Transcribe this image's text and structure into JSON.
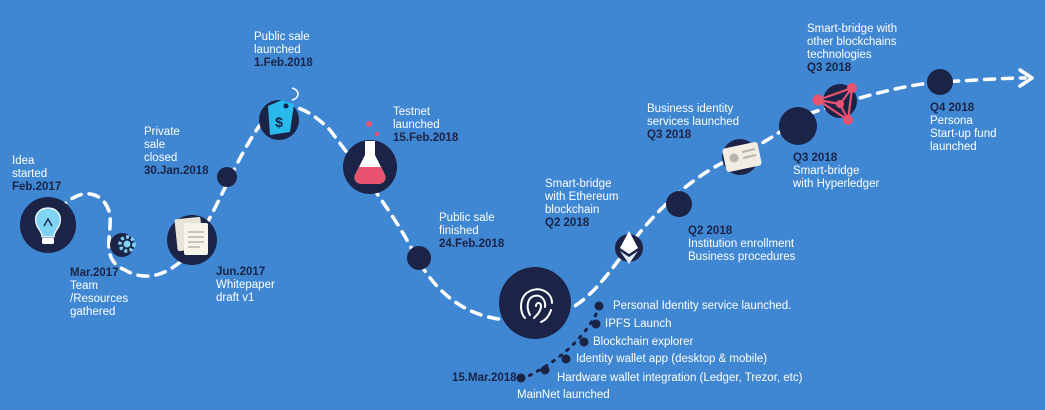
{
  "milestones": [
    {
      "id": "idea",
      "lines": [
        "Idea",
        "started"
      ],
      "date": "Feb.2017"
    },
    {
      "id": "team",
      "lines": [
        "Team",
        "/Resources",
        "gathered"
      ],
      "date": "Mar.2017"
    },
    {
      "id": "whitepaper",
      "lines": [
        "Whitepaper",
        "draft v1"
      ],
      "date": "Jun.2017"
    },
    {
      "id": "private",
      "lines": [
        "Private",
        "sale",
        "closed"
      ],
      "date": "30.Jan.2018"
    },
    {
      "id": "public_launch",
      "lines": [
        "Public sale",
        "launched"
      ],
      "date": "1.Feb.2018"
    },
    {
      "id": "testnet",
      "lines": [
        "Testnet",
        "launched"
      ],
      "date": "15.Feb.2018"
    },
    {
      "id": "public_finish",
      "lines": [
        "Public sale",
        "finished"
      ],
      "date": "24.Feb.2018"
    },
    {
      "id": "smartbridge_eth",
      "lines": [
        "Smart-bridge",
        "with Ethereum",
        "blockchain"
      ],
      "date": "Q2 2018"
    },
    {
      "id": "institution",
      "lines": [
        "Institution enrollment",
        "Business procedures"
      ],
      "date": "Q2 2018"
    },
    {
      "id": "business",
      "lines": [
        "Business identity",
        "services launched"
      ],
      "date": "Q3 2018"
    },
    {
      "id": "hyperledger",
      "lines": [
        "Smart-bridge",
        "with Hyperledger"
      ],
      "date": "Q3 2018"
    },
    {
      "id": "other_chains",
      "lines": [
        "Smart-bridge with",
        "other blockchains",
        "technologies"
      ],
      "date": "Q3 2018"
    },
    {
      "id": "persona",
      "lines": [
        "Persona",
        "Start-up fund",
        "launched"
      ],
      "date": "Q4 2018"
    }
  ],
  "mainnet": {
    "date": "15.Mar.2018",
    "label": "MainNet launched",
    "items": [
      "Personal Identity service launched.",
      "IPFS Launch",
      "Blockchain explorer",
      "Identity wallet app (desktop & mobile)",
      "Hardware wallet integration (Ledger, Trezor, etc)"
    ]
  },
  "icons": [
    "lightbulb-icon",
    "gear-icon",
    "document-icon",
    "price-tag-icon",
    "flask-icon",
    "fingerprint-icon",
    "ethereum-icon",
    "id-card-icon",
    "network-icon"
  ],
  "colors": {
    "background": "#3f87d2",
    "node": "#1b2346",
    "path": "#ffffff",
    "accent": "#e8536f"
  }
}
